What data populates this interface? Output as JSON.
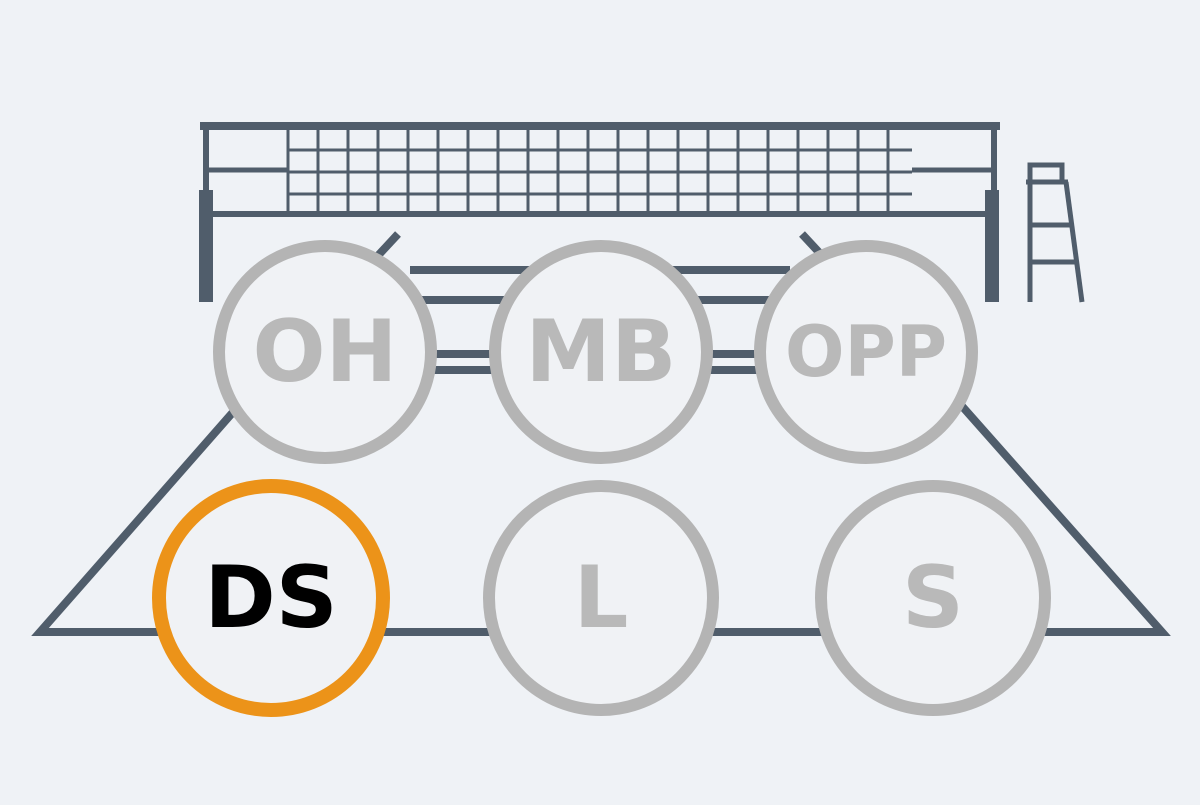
{
  "colors": {
    "background": "#eff2f6",
    "court_lines": "#505d6b",
    "inactive_ring": "#b4b4b4",
    "inactive_fill": "#f0f2f5",
    "inactive_text": "#b9b9b9",
    "highlight_ring": "#ec9319",
    "highlight_text": "#000000"
  },
  "positions": [
    {
      "label": "OH",
      "highlighted": false
    },
    {
      "label": "MB",
      "highlighted": false
    },
    {
      "label": "OPP",
      "highlighted": false
    },
    {
      "label": "DS",
      "highlighted": true
    },
    {
      "label": "L",
      "highlighted": false
    },
    {
      "label": "S",
      "highlighted": false
    }
  ],
  "icons": {
    "net": "volleyball-net-icon",
    "court": "volleyball-court-icon",
    "chair": "referee-chair-icon"
  }
}
